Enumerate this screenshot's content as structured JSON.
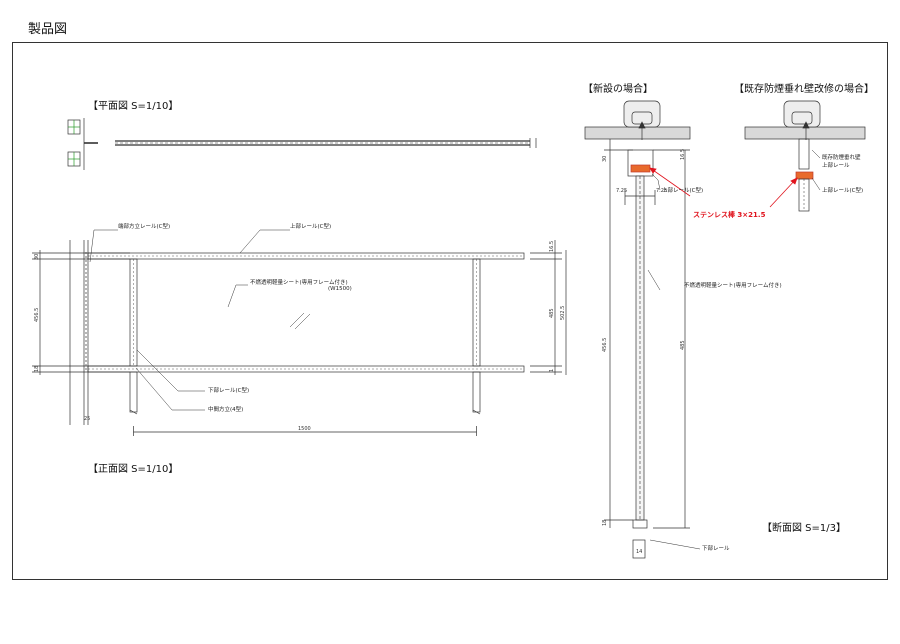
{
  "page_title": "製品図",
  "views": {
    "plan": {
      "title": "【平面図 S=1/10】"
    },
    "front": {
      "title": "【正面図 S=1/10】"
    },
    "new_install": {
      "title": "【新設の場合】"
    },
    "retrofit": {
      "title": "【既存防煙垂れ壁改修の場合】"
    },
    "section": {
      "title": "【断面図 S=1/3】"
    }
  },
  "front_labels": {
    "end_post": "端部方立レール(C型)",
    "top_rail": "上部レール(C型)",
    "sheet": "不燃透明軽量シート(専用フレーム付き)",
    "sheet_width": "(W1500)",
    "bottom_rail": "下部レール(C型)",
    "mid_post": "中間方立(4型)"
  },
  "front_dims": {
    "left_30": "30",
    "left_4565": "456.5",
    "left_18": "18",
    "bottom_25": "25",
    "width_1500": "1500",
    "right_165": "16.5",
    "right_485": "485",
    "right_5025": "502.5",
    "right_1": "1"
  },
  "section_labels": {
    "top_rail": "上部レール(C型)",
    "stainless": "ステンレス棒 3×21.5",
    "sheet": "不燃透明軽量シート(専用フレーム付き)",
    "bottom_rail": "下部レール",
    "existing_wall": "既存防煙垂れ壁",
    "existing_top_rail": "上部レール",
    "retro_top_rail": "上部レール(C型)"
  },
  "section_dims": {
    "d30": "30",
    "d165": "16.5",
    "d725a": "7.25",
    "d725b": "7.25",
    "d4565": "456.5",
    "d485": "485",
    "d18": "18",
    "d14": "14"
  }
}
